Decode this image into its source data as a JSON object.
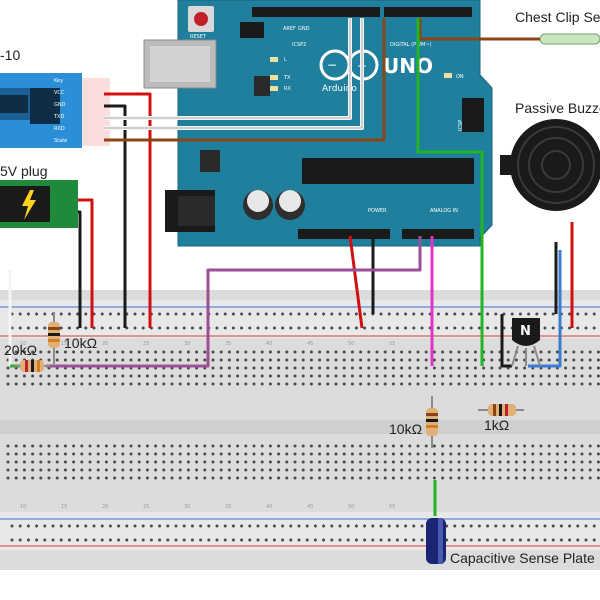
{
  "labels": {
    "chest_clip": "Chest Clip Se",
    "passive_buzzer": "Passive Buzze",
    "bt_module": "-10",
    "plug": "5V plug",
    "cap_plate": "Capacitive Sense Plate",
    "r_20k": "20kΩ",
    "r_10k_left": "10kΩ",
    "r_10k_mid": "10kΩ",
    "r_1k": "1kΩ"
  },
  "arduino": {
    "board_name": "UNO",
    "brand": "Arduino",
    "reset": "RESET",
    "icsp": "ICSP",
    "icsp2": "ICSP2",
    "tx": "TX",
    "rx": "RX",
    "on": "ON",
    "digital": "DIGITAL (PWM~)",
    "power": "POWER",
    "analog_in": "ANALOG IN",
    "l": "L",
    "aref": "AREF",
    "gnd": "GND"
  },
  "bt_pins": [
    "Key",
    "VCC",
    "GND",
    "TXD",
    "RXD",
    "State"
  ],
  "transistor_label": "N",
  "breadboard": {
    "col_numbers_top": [
      "10",
      "15",
      "20",
      "25",
      "30",
      "35",
      "40",
      "45",
      "50",
      "55"
    ],
    "col_numbers_bottom": [
      "10",
      "15",
      "20",
      "25",
      "30",
      "35",
      "40",
      "45",
      "50",
      "55"
    ]
  },
  "colors": {
    "arduino_board": "#1f7f9c",
    "breadboard": "#e3e3e3",
    "wire_red": "#d01010",
    "wire_black": "#1a1a1a",
    "wire_green": "#22b422",
    "wire_purple": "#9b4f96",
    "wire_magenta": "#e233c9",
    "wire_brown": "#8b4513",
    "wire_white": "#f4f4f4",
    "wire_blue": "#3a7bd5",
    "bt_module": "#2a8fd6",
    "buzzer": "#1a1a1a"
  }
}
